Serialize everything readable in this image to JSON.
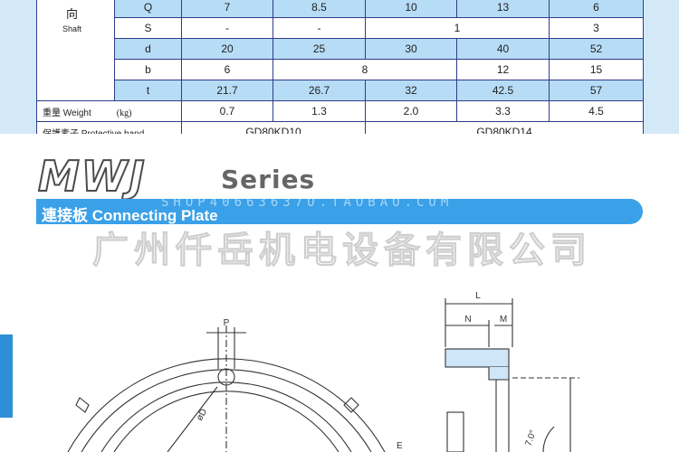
{
  "spec_table": {
    "shaft_label_cn": "向",
    "shaft_label_en": "Shaft",
    "rows": [
      {
        "label": "Q",
        "values": [
          "7",
          "8.5",
          "10",
          "13",
          "6"
        ]
      },
      {
        "label": "S",
        "values": [
          "-",
          "-",
          "1",
          "3"
        ]
      },
      {
        "label": "d",
        "values": [
          "20",
          "25",
          "30",
          "40",
          "52"
        ]
      },
      {
        "label": "b",
        "values": [
          "6",
          "8",
          "12",
          "15"
        ]
      },
      {
        "label": "t",
        "values": [
          "21.7",
          "26.7",
          "32",
          "42.5",
          "57"
        ]
      }
    ],
    "weight": {
      "label": "重量 Weight",
      "unit": "(kg)",
      "values": [
        "0.7",
        "1.3",
        "2.0",
        "3.3",
        "4.5"
      ]
    },
    "band": {
      "label": "保護素子 Protective band",
      "values": [
        "GD80KD10",
        "GD80KD14"
      ]
    }
  },
  "heading": {
    "title": "MWJ",
    "series": "Series",
    "band_label": "連接板 Connecting Plate",
    "watermark_url": "SHOP40663637O.TAOBAO.COM",
    "watermark_company": "广州仟岳机电设备有限公司"
  },
  "drawing": {
    "labels": {
      "p": "P",
      "d": "øD",
      "l": "L",
      "n": "N",
      "m": "M",
      "e": "E",
      "angle": "7.0°"
    }
  },
  "colors": {
    "accent": "#3aa0e8",
    "table_border": "#2e3c8a",
    "cell_blue": "#b7dcf6",
    "page_blue": "#d4e9f7"
  }
}
